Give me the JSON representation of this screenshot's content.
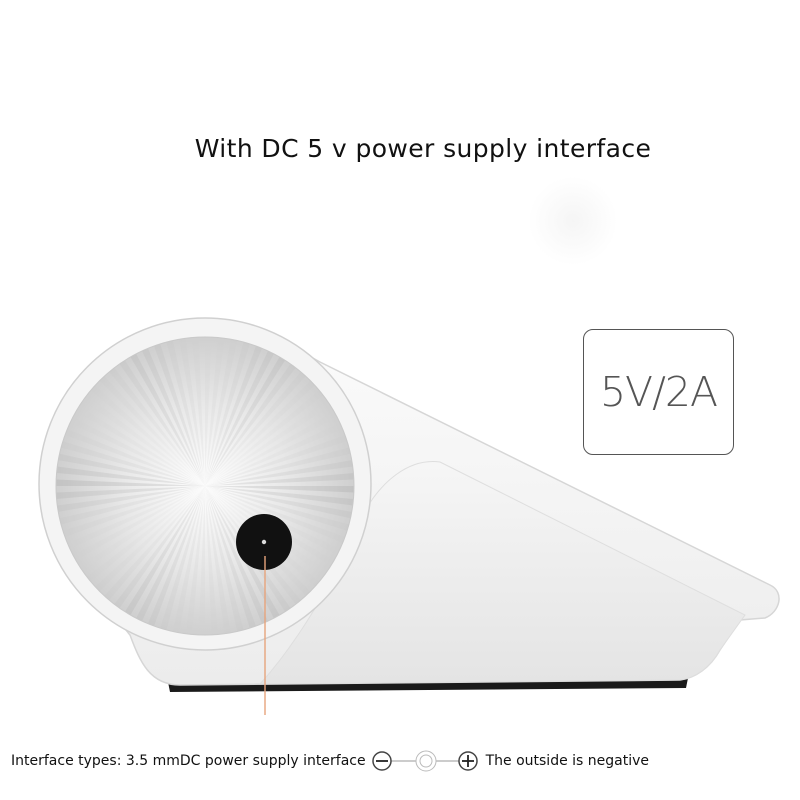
{
  "headline": "With DC 5 v power supply interface",
  "rating_badge": {
    "text": "5V/2A"
  },
  "caption": {
    "interface_types": "Interface types: 3.5 mmDC power supply interface",
    "polarity_note": "The outside is negative"
  },
  "icons": {
    "minus_terminal": "minus-icon",
    "plus_terminal": "plus-icon",
    "dc_jack": "dc-jack-icon"
  },
  "colors": {
    "background": "#ffffff",
    "device_body": "#f2f2f2",
    "device_edge": "#d9d9d9",
    "badge_border": "#555555",
    "pointer_line": "#e7a47c",
    "port": "#111111"
  }
}
